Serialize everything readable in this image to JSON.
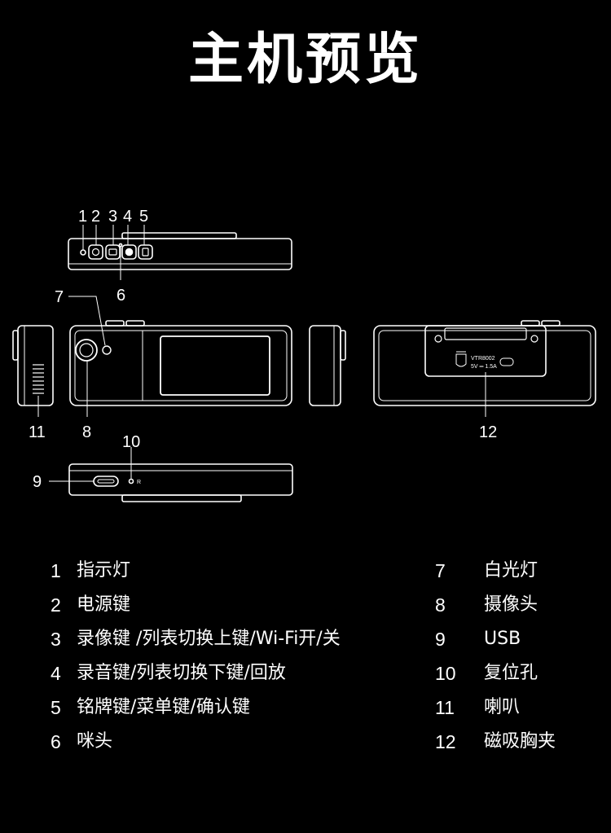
{
  "title": "主机预览",
  "callouts": [
    "1",
    "2",
    "3",
    "4",
    "5",
    "6",
    "7",
    "8",
    "9",
    "10",
    "11",
    "12"
  ],
  "device_labels": {
    "reset_mark": "R",
    "model": "VTR8002",
    "rating": "5V ═ 1.5A"
  },
  "legend": [
    {
      "num": "1",
      "label": "指示灯"
    },
    {
      "num": "2",
      "label": "电源键"
    },
    {
      "num": "3",
      "label": "录像键 /列表切换上键/Wi-Fi开/关"
    },
    {
      "num": "4",
      "label": "录音键/列表切换下键/回放"
    },
    {
      "num": "5",
      "label": "铭牌键/菜单键/确认键"
    },
    {
      "num": "6",
      "label": "咪头"
    },
    {
      "num": "7",
      "label": "白光灯"
    },
    {
      "num": "8",
      "label": "摄像头"
    },
    {
      "num": "9",
      "label": "USB"
    },
    {
      "num": "10",
      "label": "复位孔"
    },
    {
      "num": "11",
      "label": "喇叭"
    },
    {
      "num": "12",
      "label": "磁吸胸夹"
    }
  ],
  "colors": {
    "background": "#000000",
    "foreground": "#ffffff",
    "line": "#ffffff"
  }
}
